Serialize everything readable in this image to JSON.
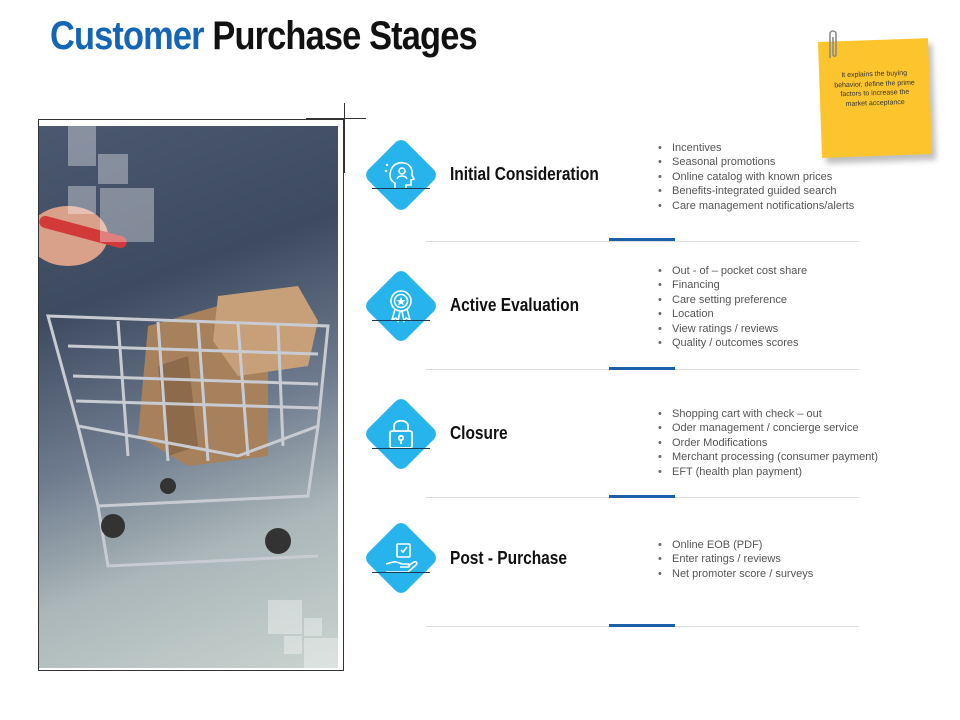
{
  "title": {
    "accent": "Customer",
    "rest": "Purchase Stages"
  },
  "note": {
    "text": "It explains the buying behavior, define the prime factors to increase the market acceptance"
  },
  "stages": [
    {
      "label": "Initial Consideration",
      "icon": "head-person-icon",
      "bullets": [
        "Incentives",
        "Seasonal promotions",
        "Online catalog with known prices",
        "Benefits-integrated guided search",
        "Care management notifications/alerts"
      ]
    },
    {
      "label": "Active Evaluation",
      "icon": "award-badge-icon",
      "bullets": [
        "Out - of – pocket cost share",
        "Financing",
        "Care setting preference",
        "Location",
        "View ratings / reviews",
        "Quality / outcomes scores"
      ]
    },
    {
      "label": "Closure",
      "icon": "padlock-icon",
      "bullets": [
        "Shopping cart with check – out",
        "Oder management / concierge service",
        "Order Modifications",
        "Merchant processing (consumer payment)",
        "EFT (health plan payment)"
      ]
    },
    {
      "label": "Post - Purchase",
      "icon": "hand-box-icon",
      "bullets": [
        "Online EOB (PDF)",
        "Enter ratings / reviews",
        "Net promoter score / surveys"
      ]
    }
  ],
  "colors": {
    "accent": "#1565b5",
    "icon_bg": "#27b4ec",
    "note": "#fdc52d",
    "divider_accent": "#1a5fa8"
  }
}
